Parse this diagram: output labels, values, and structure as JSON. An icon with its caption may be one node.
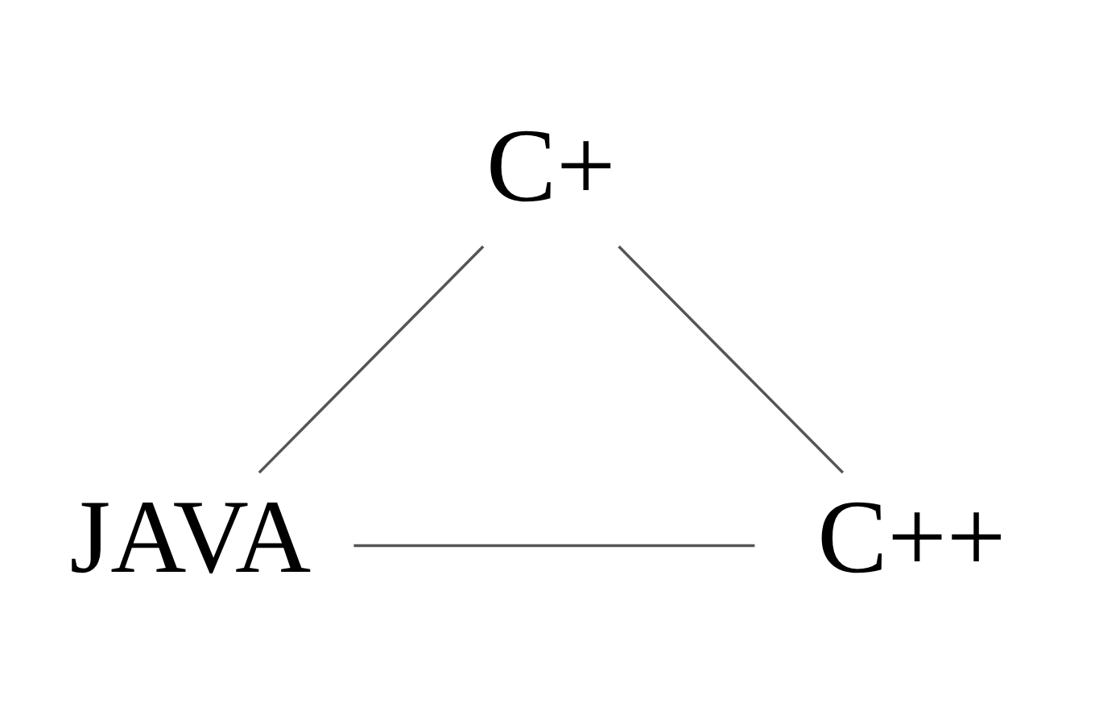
{
  "diagram": {
    "nodes": [
      {
        "text": [
          "C+"
        ]
      },
      {
        "text": [
          "JAVA"
        ]
      },
      {
        "text": [
          "C++"
        ]
      }
    ],
    "edges": [
      {
        "from": 0,
        "to": 1,
        "arrow": "none"
      },
      {
        "from": 0,
        "to": 2,
        "arrow": "none"
      },
      {
        "from": 1,
        "to": 2,
        "arrow": "none"
      }
    ]
  }
}
